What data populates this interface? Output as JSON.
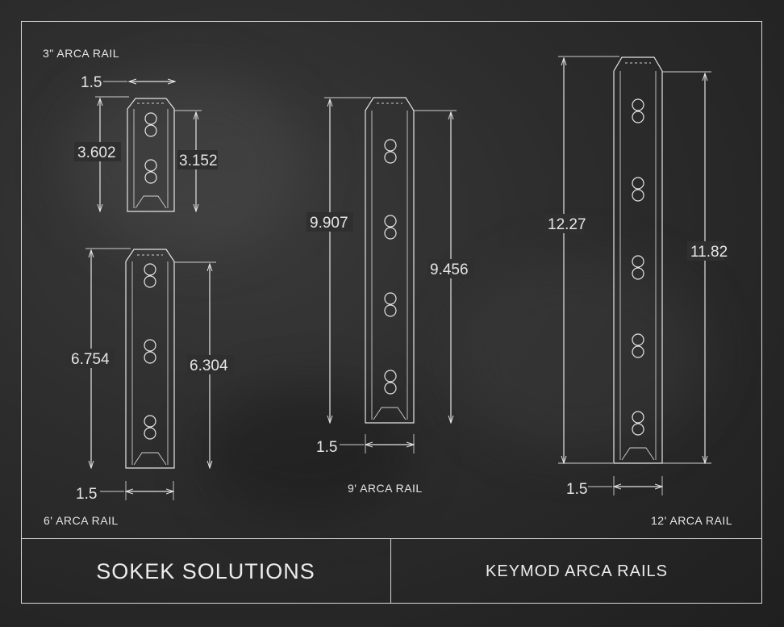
{
  "title_block": {
    "company": "SOKEK SOLUTIONS",
    "product": "KEYMOD ARCA RAILS"
  },
  "rails": [
    {
      "label": "3\" ARCA RAIL",
      "width": "1.5",
      "overall_length": "3.602",
      "inner_length": "3.152"
    },
    {
      "label": "6' ARCA RAIL",
      "width": "1.5",
      "overall_length": "6.754",
      "inner_length": "6.304"
    },
    {
      "label": "9' ARCA RAIL",
      "width": "1.5",
      "overall_length": "9.907",
      "inner_length": "9.456"
    },
    {
      "label": "12' ARCA RAIL",
      "width": "1.5",
      "overall_length": "12.27",
      "inner_length": "11.82"
    }
  ]
}
